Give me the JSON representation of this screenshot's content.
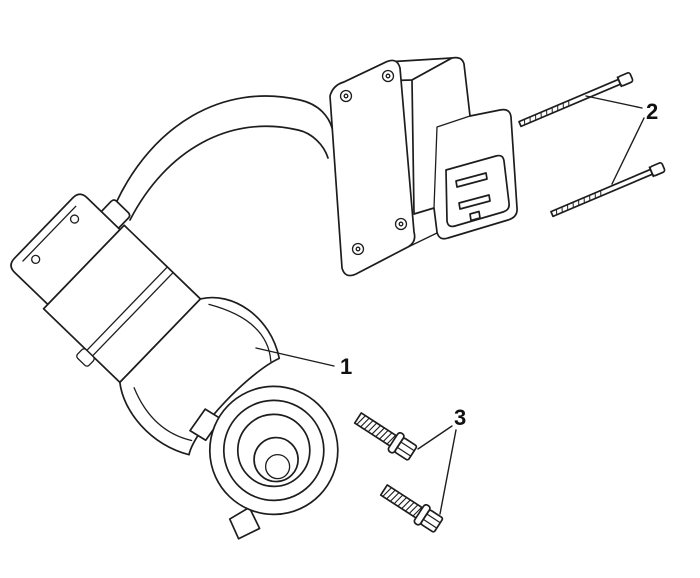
{
  "figure": {
    "type": "exploded-parts-diagram",
    "background_color": "#ffffff",
    "line_color": "#1d1d1d",
    "callouts": [
      {
        "label": "1",
        "points_to": "starter-motor"
      },
      {
        "label": "2",
        "points_to": "long-bolts"
      },
      {
        "label": "3",
        "points_to": "flange-bolts"
      }
    ]
  }
}
